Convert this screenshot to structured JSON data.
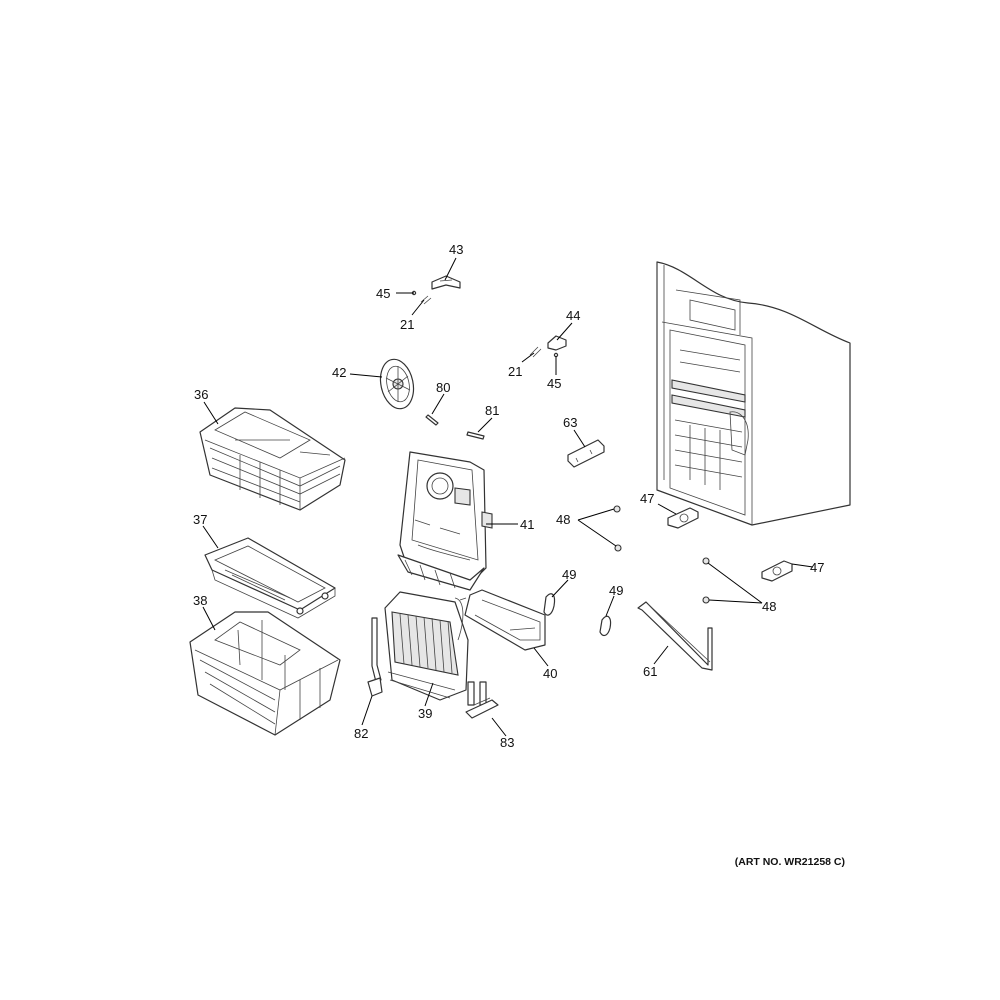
{
  "art_number": "(ART NO. WR21258 C)",
  "callouts": {
    "c43": "43",
    "c45a": "45",
    "c21a": "21",
    "c44": "44",
    "c21b": "21",
    "c45b": "45",
    "c42": "42",
    "c80": "80",
    "c81": "81",
    "c36": "36",
    "c63": "63",
    "c41": "41",
    "c47a": "47",
    "c48a": "48",
    "c37": "37",
    "c47b": "47",
    "c49a": "49",
    "c49b": "49",
    "c48b": "48",
    "c38": "38",
    "c40": "40",
    "c61": "61",
    "c39": "39",
    "c82": "82",
    "c83": "83"
  }
}
